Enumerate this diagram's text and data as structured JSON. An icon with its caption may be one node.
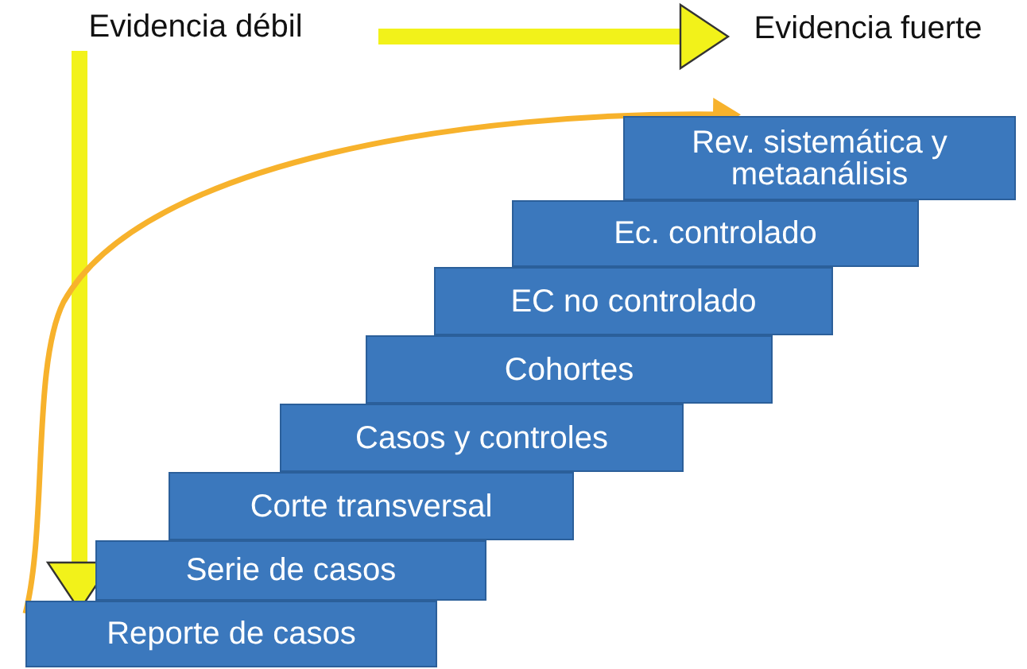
{
  "diagram": {
    "nodes": [
      {
        "text": [
          "Evidencia débil"
        ]
      },
      {
        "text": [
          "Evidencia fuerte"
        ]
      },
      {
        "text": [
          "Rev. sistemática y metaanálisis"
        ]
      },
      {
        "text": [
          "Ec. controlado"
        ]
      },
      {
        "text": [
          "EC no controlado"
        ]
      },
      {
        "text": [
          "Cohortes"
        ]
      },
      {
        "text": [
          "Casos y controles"
        ]
      },
      {
        "text": [
          "Corte transversal"
        ]
      },
      {
        "text": [
          "Serie de casos"
        ]
      },
      {
        "text": [
          "Reporte de casos"
        ]
      }
    ],
    "edges": [
      {
        "from": 0,
        "to": 1,
        "arrow": "to"
      },
      {
        "from": 0,
        "to": 9,
        "arrow": "to"
      },
      {
        "from": 9,
        "to": 2,
        "arrow": "to",
        "color": "#f7b22c"
      }
    ]
  }
}
